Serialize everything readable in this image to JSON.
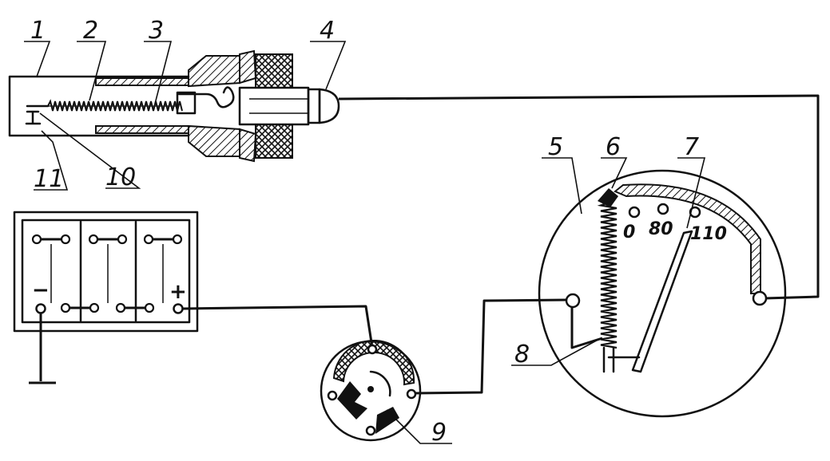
{
  "labels": {
    "l1": "1",
    "l2": "2",
    "l3": "3",
    "l4": "4",
    "l5": "5",
    "l6": "6",
    "l7": "7",
    "l8": "8",
    "l9": "9",
    "l10": "10",
    "l11": "11"
  },
  "gauge_scale": {
    "s0": "0",
    "s80": "80",
    "s110": "110"
  },
  "battery": {
    "minus": "−",
    "plus": "+"
  }
}
